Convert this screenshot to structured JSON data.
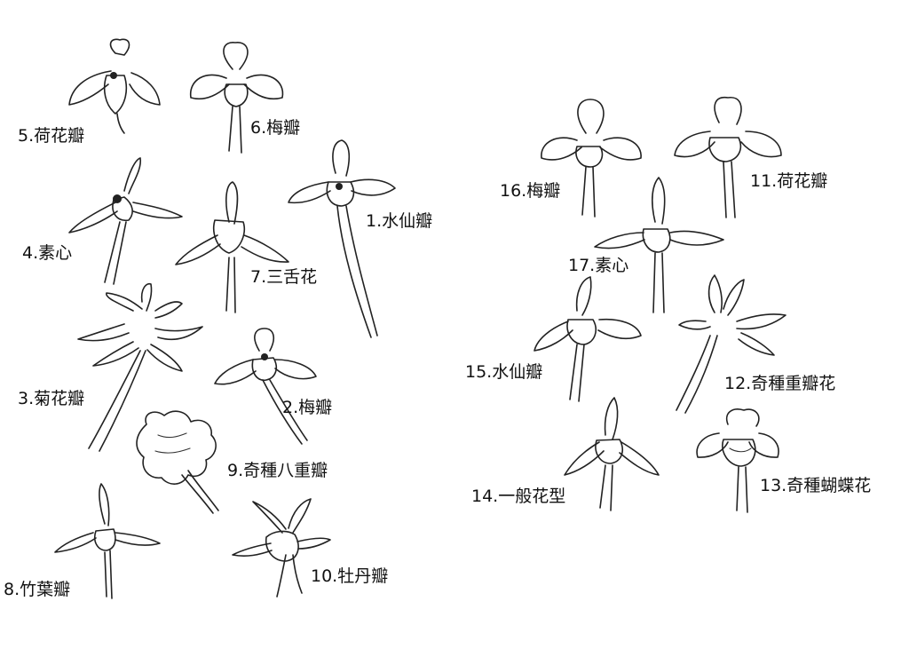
{
  "labels": {
    "f5": "5.荷花瓣",
    "f6": "6.梅瓣",
    "f4": "4.素心",
    "f7": "7.三舌花",
    "f1": "1.水仙瓣",
    "f3": "3.菊花瓣",
    "f2": "2.梅瓣",
    "f9": "9.奇種八重瓣",
    "f8": "8.竹葉瓣",
    "f10": "10.牡丹瓣",
    "f16": "16.梅瓣",
    "f11": "11.荷花瓣",
    "f17": "17.素心",
    "f15": "15.水仙瓣",
    "f12": "12.奇種重瓣花",
    "f14": "14.一般花型",
    "f13": "13.奇種蝴蝶花"
  },
  "colors": {
    "ink": "#222222",
    "background": "#ffffff"
  }
}
